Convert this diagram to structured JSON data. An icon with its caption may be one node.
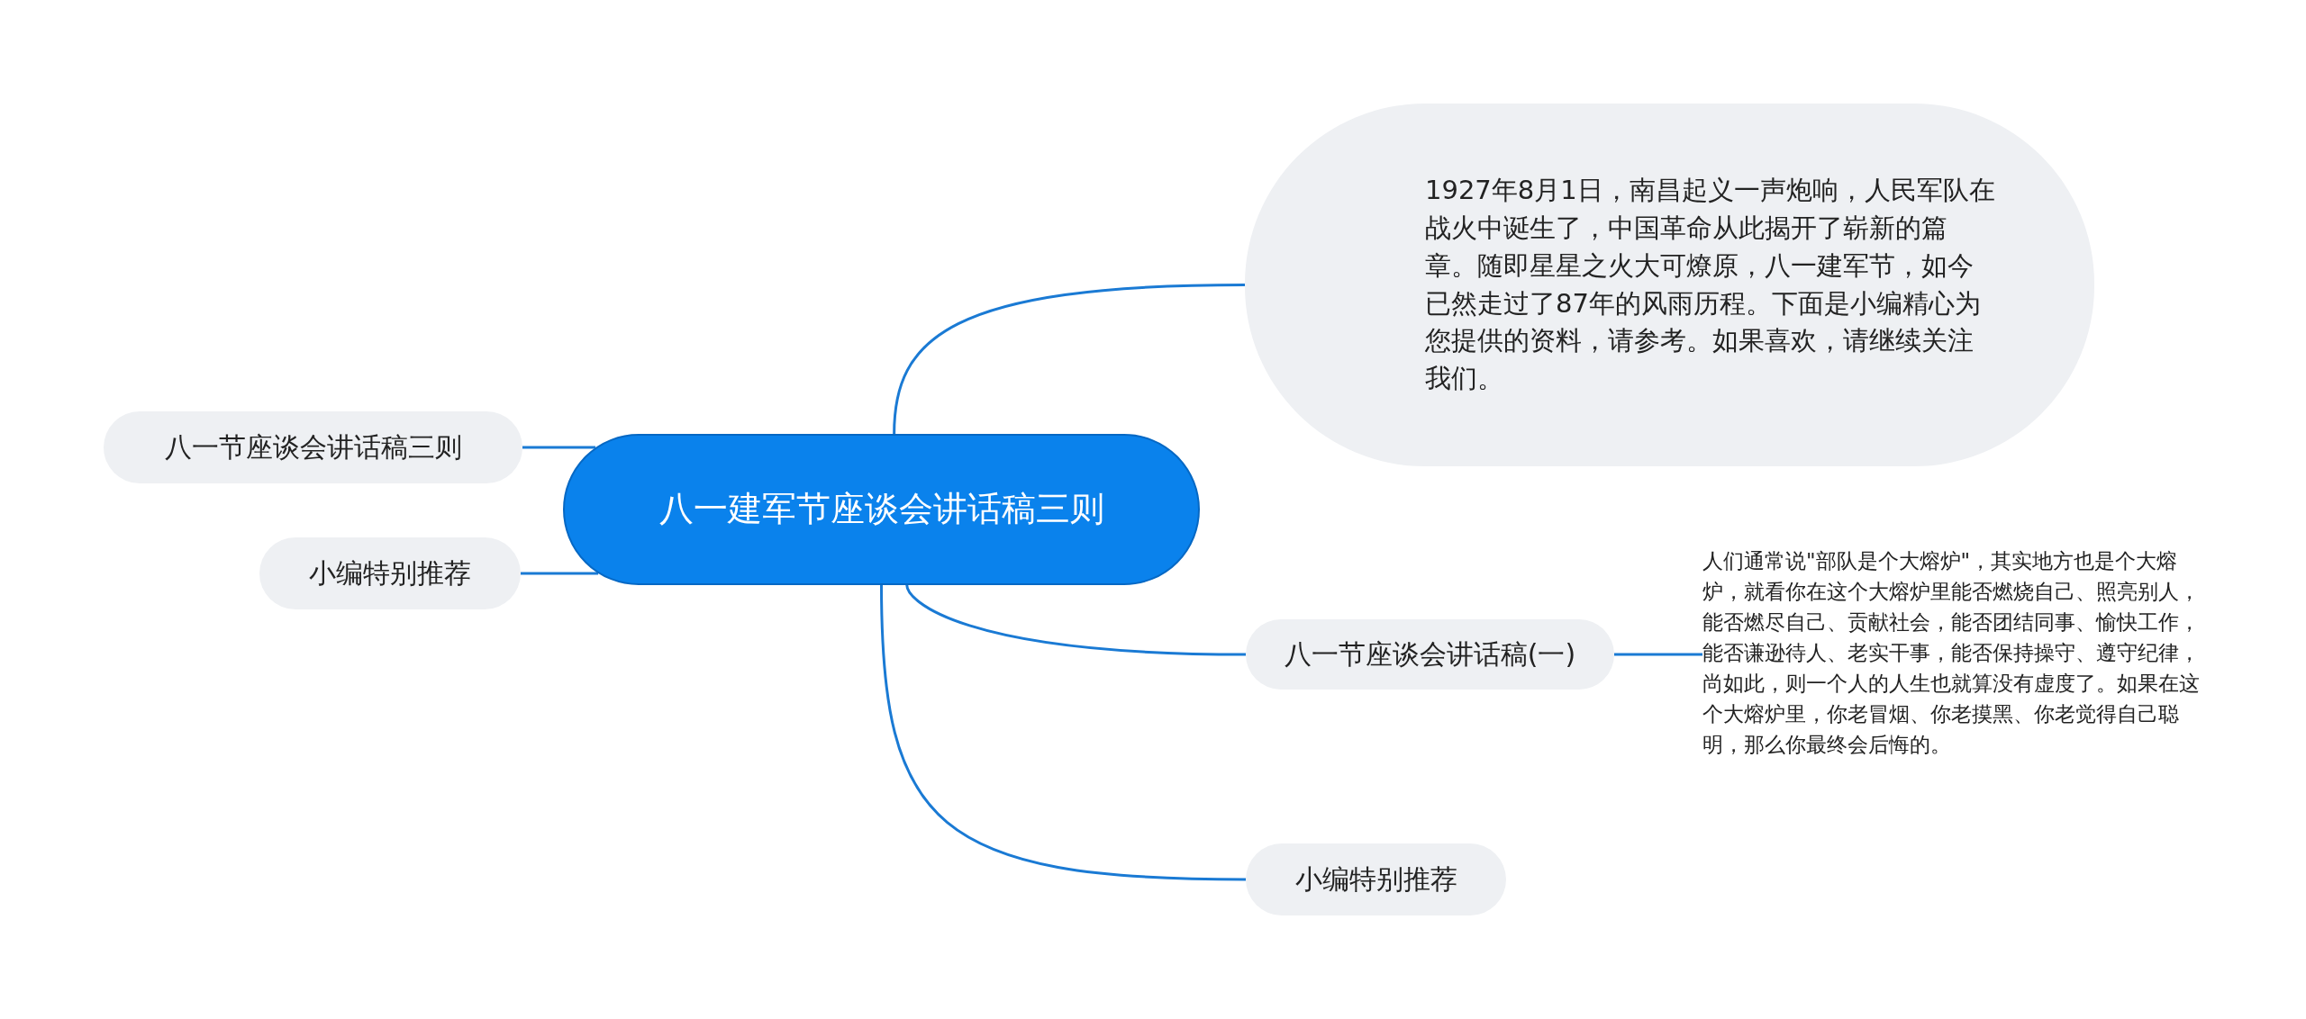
{
  "diagram": {
    "nodes": [
      {
        "text": [
          "八一建军节座谈会讲话稿三则"
        ]
      },
      {
        "text": [
          "1927年8月1日，南昌起义一声炮响，人民军队在战火中诞生了，中国革命从此揭开了崭新的篇章。随即星星之火大可燎原，八一建军节，如今已然走过了87年的风雨历程。下面是小编精心为您提供的资料，请参考。如果喜欢，请继续关注我们。"
        ]
      },
      {
        "text": [
          "八一节座谈会讲话稿(一)"
        ]
      },
      {
        "text": [
          "人们通常说\"部队是个大熔炉\"，其实地方也是个大熔炉，就看你在这个大熔炉里能否燃烧自己、照亮别人，能否燃尽自己、贡献社会，能否团结同事、愉快工作，能否谦逊待人、老实干事，能否保持操守、遵守纪律，尚如此，则一个人的人生也就算没有虚度了。如果在这个大熔炉里，你老冒烟、你老摸黑、你老觉得自己聪明，那么你最终会后悔的。"
        ]
      },
      {
        "text": [
          "小编特别推荐"
        ]
      },
      {
        "text": [
          "八一节座谈会讲话稿三则"
        ]
      },
      {
        "text": [
          "小编特别推荐"
        ]
      }
    ],
    "edges": [
      {
        "from": 0,
        "to": 1,
        "arrow": "none"
      },
      {
        "from": 0,
        "to": 2,
        "arrow": "none"
      },
      {
        "from": 2,
        "to": 3,
        "arrow": "none"
      },
      {
        "from": 0,
        "to": 4,
        "arrow": "none"
      },
      {
        "from": 5,
        "to": 0,
        "arrow": "none"
      },
      {
        "from": 6,
        "to": 0,
        "arrow": "none"
      }
    ]
  }
}
